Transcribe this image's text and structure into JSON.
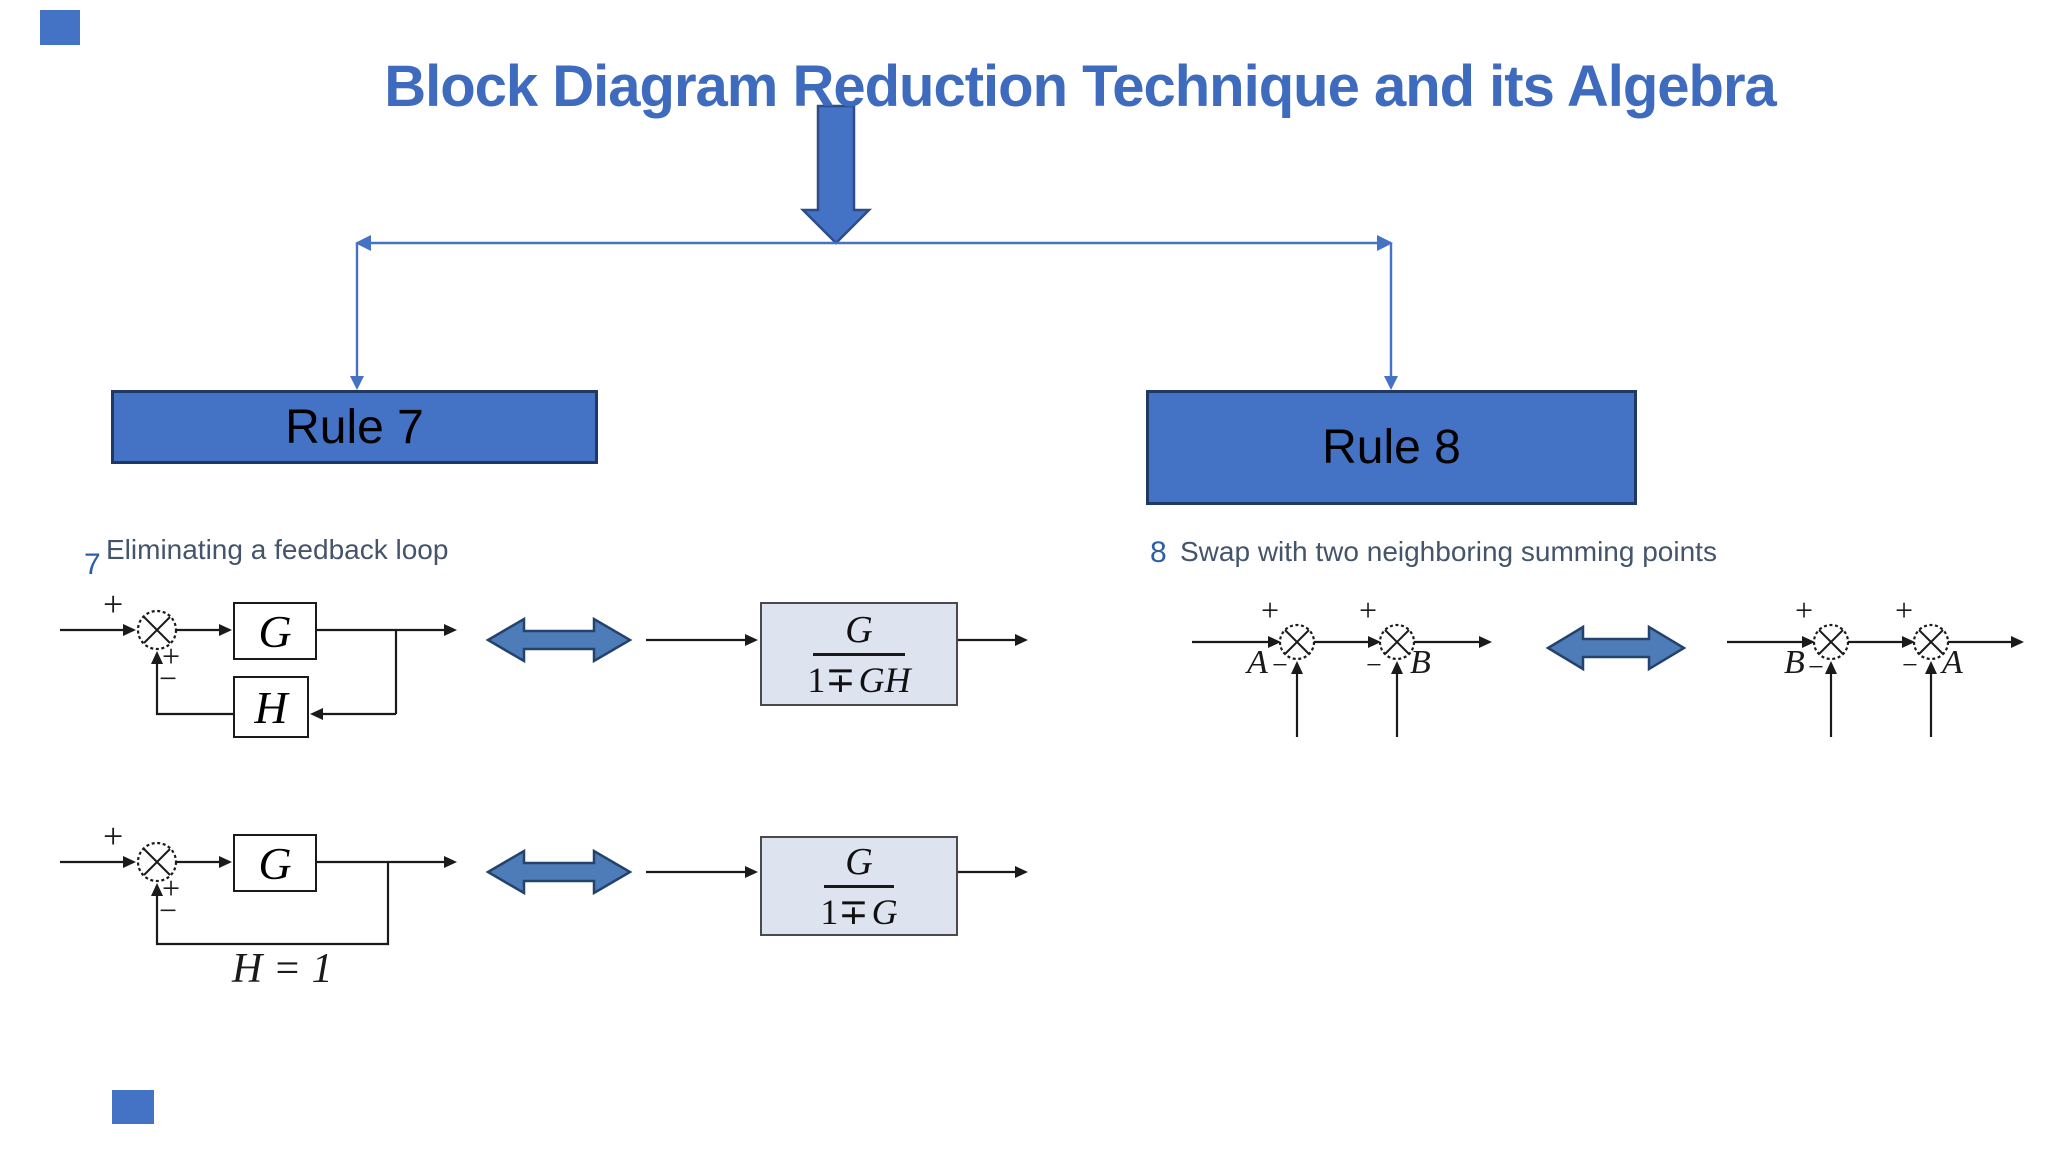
{
  "title": {
    "text": "Block Diagram Reduction Technique and its Algebra"
  },
  "colors": {
    "title": "#3E6BBE",
    "shape_fill": "#4472C4",
    "shape_border": "#1F3864",
    "connector": "#4472C4",
    "equiv_fill": "#4E7CB9",
    "equiv_border": "#24436B",
    "result_fill": "#DDE4EF",
    "result_border": "#4A4A4A",
    "caption_number": "#2E5FA3",
    "caption_text": "#44546A",
    "ink": "#1A1A1A"
  },
  "rule7": {
    "box_label": "Rule 7",
    "caption_number": "7",
    "caption_text": "Eliminating a feedback loop",
    "feedback_diagram": {
      "input_sign": "+",
      "junction_sign_top": "+",
      "junction_sign_bottom": "−",
      "forward_block": "G",
      "feedback_block": "H",
      "result": {
        "numerator": "G",
        "denominator_prefix": "1∓",
        "denominator_vars": "GH"
      }
    },
    "unity_diagram": {
      "input_sign": "+",
      "junction_sign_top": "+",
      "junction_sign_bottom": "−",
      "forward_block": "G",
      "note": "H = 1",
      "result": {
        "numerator": "G",
        "denominator_prefix": "1∓",
        "denominator_vars": "G"
      }
    }
  },
  "rule8": {
    "box_label": "Rule 8",
    "caption_number": "8",
    "caption_text": "Swap with two neighboring summing points",
    "before_swap": {
      "sum1_top_sign": "+",
      "sum1_label": "A",
      "sum1_bottom_sign": "−",
      "sum2_top_sign": "+",
      "sum2_bottom_sign": "−",
      "sum2_label": "B"
    },
    "after_swap": {
      "sum1_top_sign": "+",
      "sum1_label": "B",
      "sum1_bottom_sign": "−",
      "sum2_top_sign": "+",
      "sum2_bottom_sign": "−",
      "sum2_label": "A"
    }
  }
}
